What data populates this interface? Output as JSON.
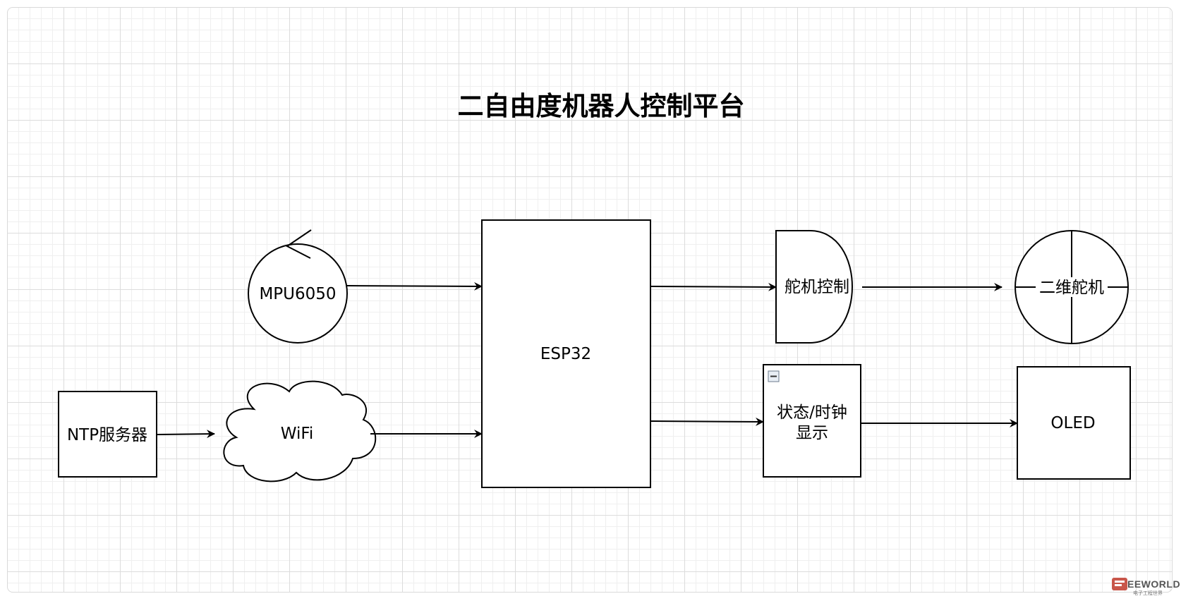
{
  "diagram": {
    "title": "二自由度机器人控制平台",
    "nodes": {
      "mpu6050": "MPU6050",
      "esp32": "ESP32",
      "servo_control": "舵机控制",
      "two_axis_servo": "二维舵机",
      "ntp_server": "NTP服务器",
      "wifi": "WiFi",
      "status_clock_line1": "状态/时钟",
      "status_clock_line2": "显示",
      "oled": "OLED"
    },
    "connections": [
      {
        "from": "MPU6050",
        "to": "ESP32"
      },
      {
        "from": "NTP服务器",
        "to": "WiFi"
      },
      {
        "from": "WiFi",
        "to": "ESP32"
      },
      {
        "from": "ESP32",
        "to": "舵机控制"
      },
      {
        "from": "舵机控制",
        "to": "二维舵机"
      },
      {
        "from": "ESP32",
        "to": "状态/时钟 显示"
      },
      {
        "from": "状态/时钟 显示",
        "to": "OLED"
      }
    ]
  },
  "watermark": {
    "brand": "EEWORLD",
    "subtitle": "电子工程世界"
  },
  "colors": {
    "stroke": "#000000",
    "grid_major": "#dcdcdc",
    "grid_minor": "#efefef",
    "background": "#ffffff"
  }
}
